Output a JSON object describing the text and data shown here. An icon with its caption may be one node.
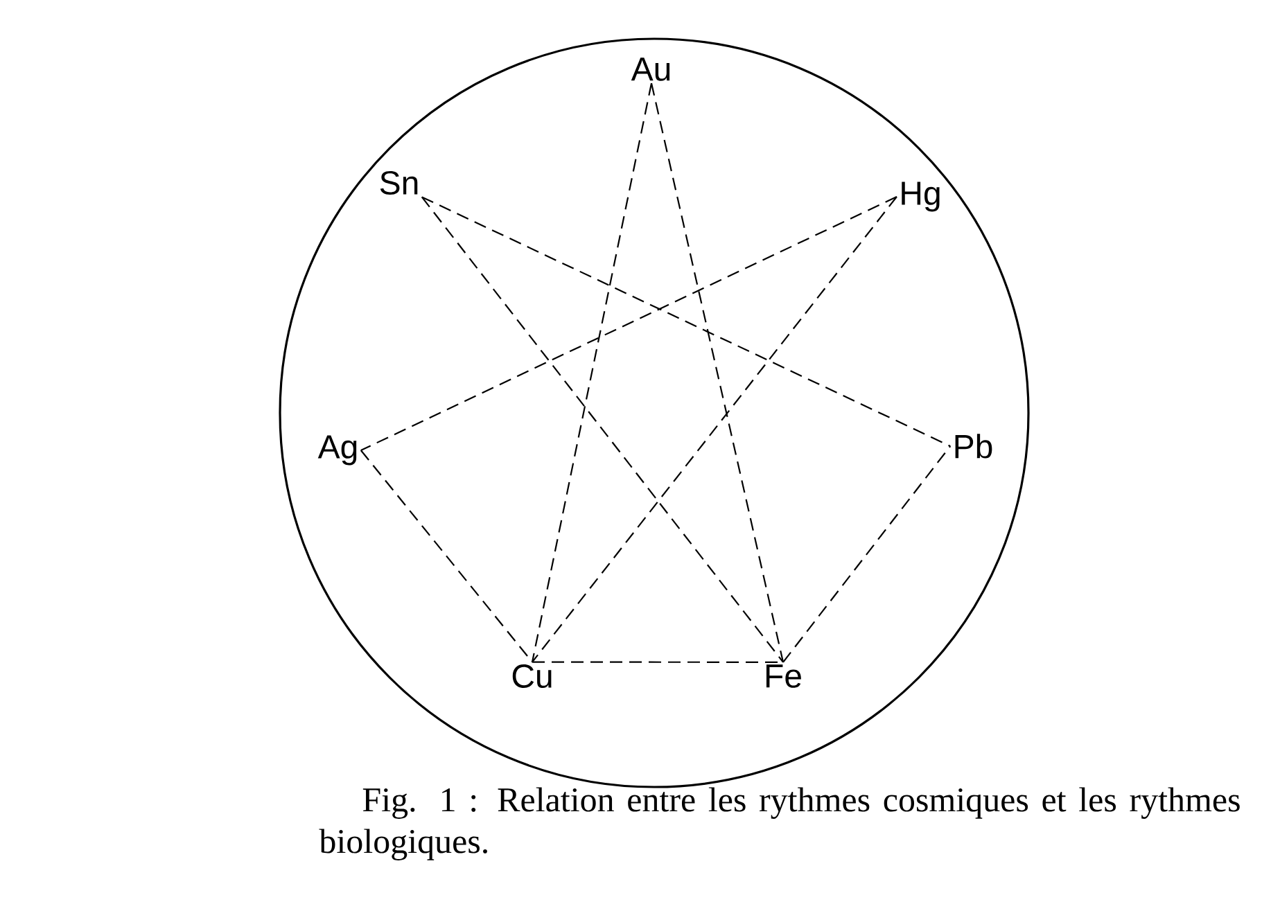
{
  "diagram": {
    "caption": "Fig. 1 : Relation entre les rythmes cosmiques et les rythmes biologiques.",
    "nodes": [
      {
        "text": [],
        "shape": "circle"
      },
      {
        "text": [
          "Au"
        ],
        "in": 0
      },
      {
        "text": [
          "Hg"
        ],
        "in": 0
      },
      {
        "text": [
          "Pb"
        ],
        "in": 0
      },
      {
        "text": [
          "Fe"
        ],
        "in": 0
      },
      {
        "text": [
          "Cu"
        ],
        "in": 0
      },
      {
        "text": [
          "Ag"
        ],
        "in": 0
      },
      {
        "text": [
          "Sn"
        ],
        "in": 0
      }
    ],
    "edges": [
      {
        "from": 1,
        "to": 5,
        "arrow": "none",
        "style": "dashed"
      },
      {
        "from": 1,
        "to": 4,
        "arrow": "none",
        "style": "dashed"
      },
      {
        "from": 7,
        "to": 4,
        "arrow": "none",
        "style": "dashed"
      },
      {
        "from": 7,
        "to": 3,
        "arrow": "none",
        "style": "dashed"
      },
      {
        "from": 2,
        "to": 6,
        "arrow": "none",
        "style": "dashed"
      },
      {
        "from": 2,
        "to": 5,
        "arrow": "none",
        "style": "dashed"
      },
      {
        "from": 6,
        "to": 5,
        "arrow": "none",
        "style": "dashed"
      },
      {
        "from": 5,
        "to": 4,
        "arrow": "none",
        "style": "dashed"
      },
      {
        "from": 4,
        "to": 3,
        "arrow": "none",
        "style": "dashed"
      }
    ]
  }
}
